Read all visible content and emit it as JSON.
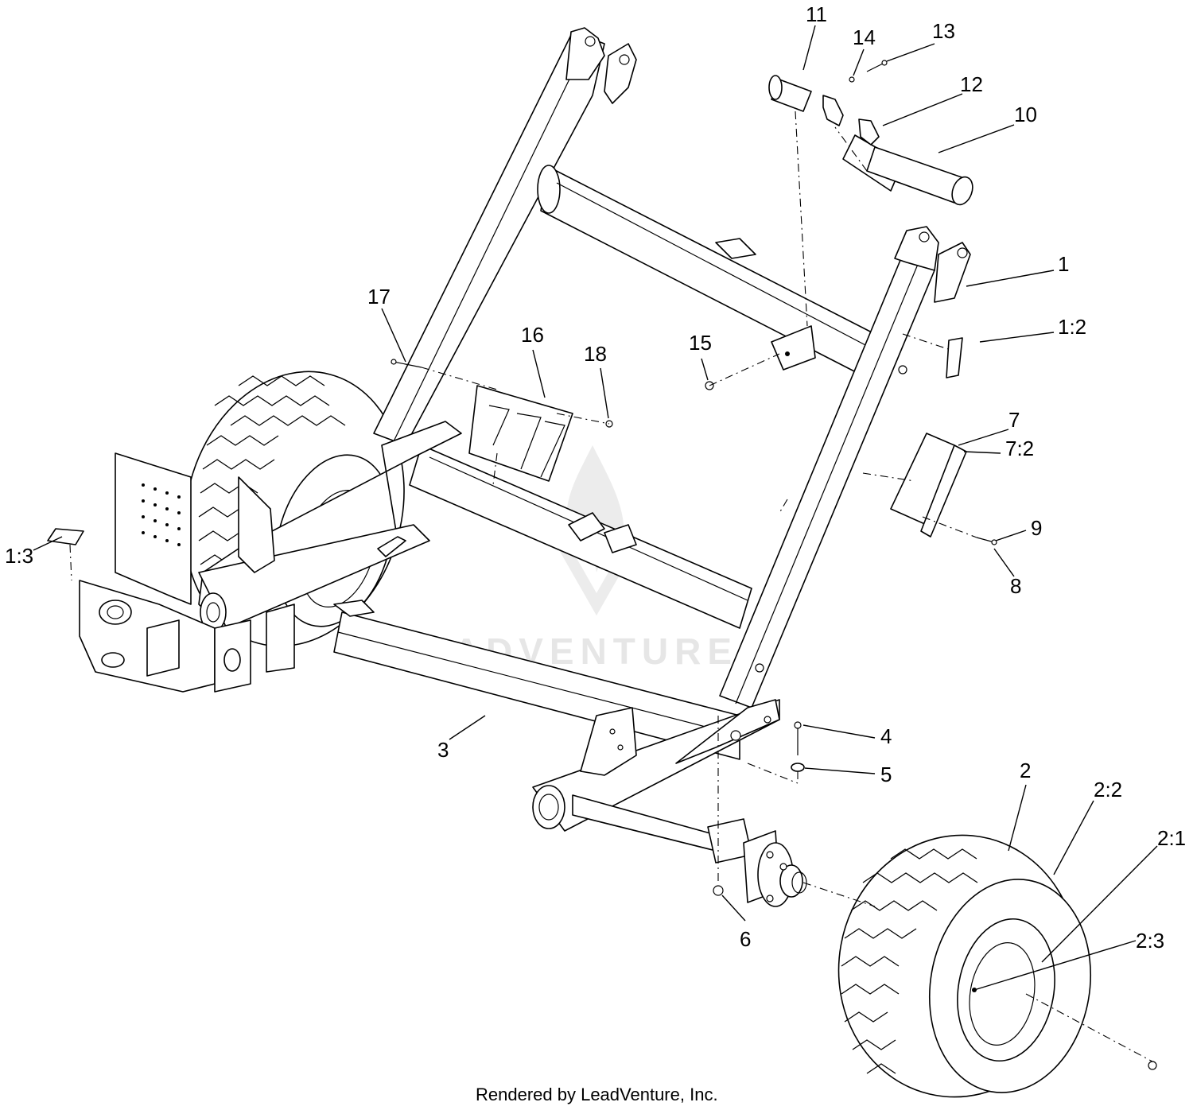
{
  "diagram": {
    "watermark": "LEADVENTURE",
    "footer": "Rendered by LeadVenture, Inc.",
    "callouts": [
      {
        "id": "c1",
        "label": "1"
      },
      {
        "id": "c1_2",
        "label": "1:2"
      },
      {
        "id": "c1_3",
        "label": "1:3"
      },
      {
        "id": "c2",
        "label": "2"
      },
      {
        "id": "c2_1",
        "label": "2:1"
      },
      {
        "id": "c2_2",
        "label": "2:2"
      },
      {
        "id": "c2_3",
        "label": "2:3"
      },
      {
        "id": "c3",
        "label": "3"
      },
      {
        "id": "c4",
        "label": "4"
      },
      {
        "id": "c5",
        "label": "5"
      },
      {
        "id": "c6",
        "label": "6"
      },
      {
        "id": "c7",
        "label": "7"
      },
      {
        "id": "c7_2",
        "label": "7:2"
      },
      {
        "id": "c8",
        "label": "8"
      },
      {
        "id": "c9",
        "label": "9"
      },
      {
        "id": "c10",
        "label": "10"
      },
      {
        "id": "c11",
        "label": "11"
      },
      {
        "id": "c12",
        "label": "12"
      },
      {
        "id": "c13",
        "label": "13"
      },
      {
        "id": "c14",
        "label": "14"
      },
      {
        "id": "c15",
        "label": "15"
      },
      {
        "id": "c16",
        "label": "16"
      },
      {
        "id": "c17",
        "label": "17"
      },
      {
        "id": "c18",
        "label": "18"
      }
    ]
  }
}
